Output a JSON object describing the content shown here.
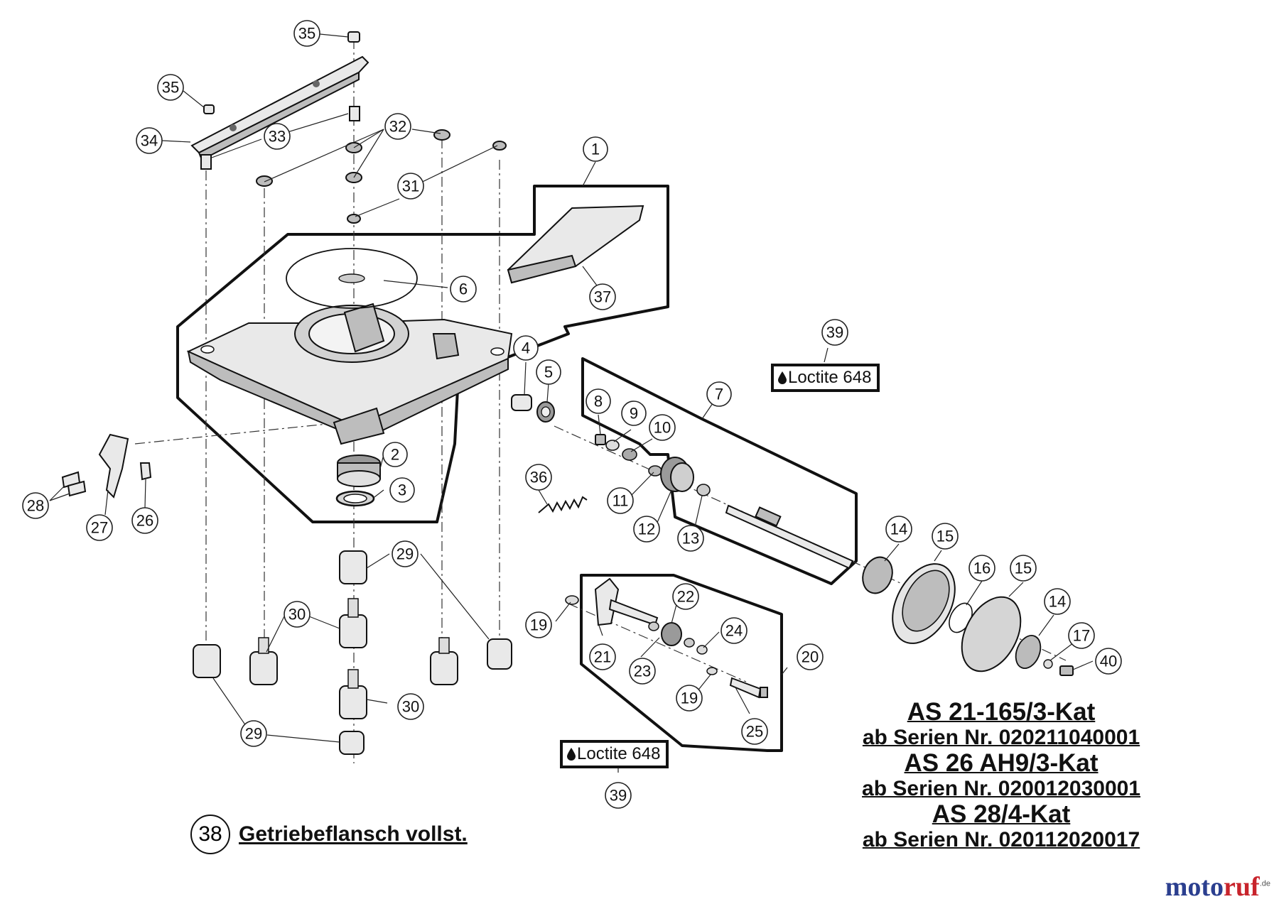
{
  "callouts": [
    {
      "n": "35"
    },
    {
      "n": "35"
    },
    {
      "n": "34"
    },
    {
      "n": "33"
    },
    {
      "n": "32"
    },
    {
      "n": "31"
    },
    {
      "n": "1"
    },
    {
      "n": "6"
    },
    {
      "n": "37"
    },
    {
      "n": "39"
    },
    {
      "n": "7"
    },
    {
      "n": "4"
    },
    {
      "n": "5"
    },
    {
      "n": "8"
    },
    {
      "n": "9"
    },
    {
      "n": "10"
    },
    {
      "n": "2"
    },
    {
      "n": "3"
    },
    {
      "n": "36"
    },
    {
      "n": "11"
    },
    {
      "n": "12"
    },
    {
      "n": "13"
    },
    {
      "n": "14"
    },
    {
      "n": "15"
    },
    {
      "n": "16"
    },
    {
      "n": "15"
    },
    {
      "n": "14"
    },
    {
      "n": "17"
    },
    {
      "n": "40"
    },
    {
      "n": "28"
    },
    {
      "n": "27"
    },
    {
      "n": "26"
    },
    {
      "n": "29"
    },
    {
      "n": "30"
    },
    {
      "n": "22"
    },
    {
      "n": "19"
    },
    {
      "n": "24"
    },
    {
      "n": "21"
    },
    {
      "n": "23"
    },
    {
      "n": "20"
    },
    {
      "n": "30"
    },
    {
      "n": "19"
    },
    {
      "n": "29"
    },
    {
      "n": "25"
    },
    {
      "n": "39"
    }
  ],
  "loctite_labels": [
    "Loctite 648",
    "Loctite 648"
  ],
  "models": [
    {
      "model": "AS 21-165/3-Kat",
      "serial": "ab Serien Nr. 020211040001"
    },
    {
      "model": "AS 26 AH9/3-Kat",
      "serial": "ab Serien Nr. 020012030001"
    },
    {
      "model": "AS 28/4-Kat",
      "serial": "ab Serien Nr. 020112020017"
    }
  ],
  "caption": {
    "number": "38",
    "text": "Getriebeflansch vollst."
  },
  "brand": {
    "name_a": "moto",
    "name_b": "ruf",
    "suffix": ".de",
    "color_a": "#2b3f8f",
    "color_b": "#c8242c"
  }
}
